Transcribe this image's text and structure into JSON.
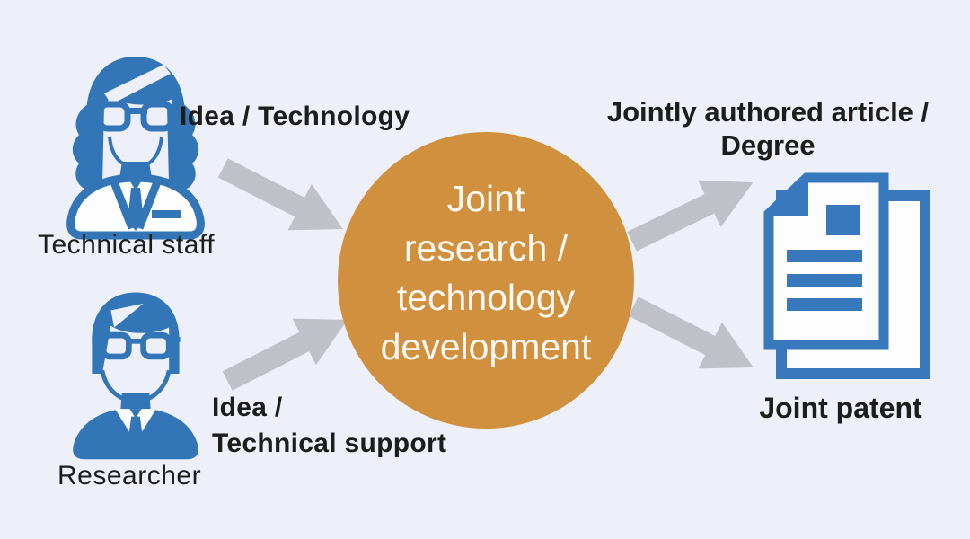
{
  "diagram": {
    "title_hint": "Collaboration flow between technical staff and researcher leading to joint outputs",
    "inputs": [
      {
        "actor": "Technical staff",
        "icon": "woman-technical-staff-icon",
        "contribution_lines": [
          "Idea / Technology"
        ]
      },
      {
        "actor": "Researcher",
        "icon": "man-researcher-icon",
        "contribution_lines": [
          "Idea /",
          "Technical support"
        ]
      }
    ],
    "center_lines": [
      "Joint",
      "research /",
      "technology",
      "development"
    ],
    "outputs": [
      {
        "label_lines": [
          "Jointly authored article /",
          "Degree"
        ]
      },
      {
        "label_lines": [
          "Joint patent"
        ],
        "icon": "stacked-documents-icon"
      }
    ],
    "arrows": [
      "arrow-staff-to-center",
      "arrow-researcher-to-center",
      "arrow-center-to-article",
      "arrow-center-to-patent"
    ]
  },
  "colors": {
    "background": "#EDF0F9",
    "accent_blue": "#3376B8",
    "circle_orange": "#D0903D",
    "arrow_gray": "#BEC1C7",
    "text": "#1D1D1B",
    "circle_text": "#FAF9F5"
  }
}
